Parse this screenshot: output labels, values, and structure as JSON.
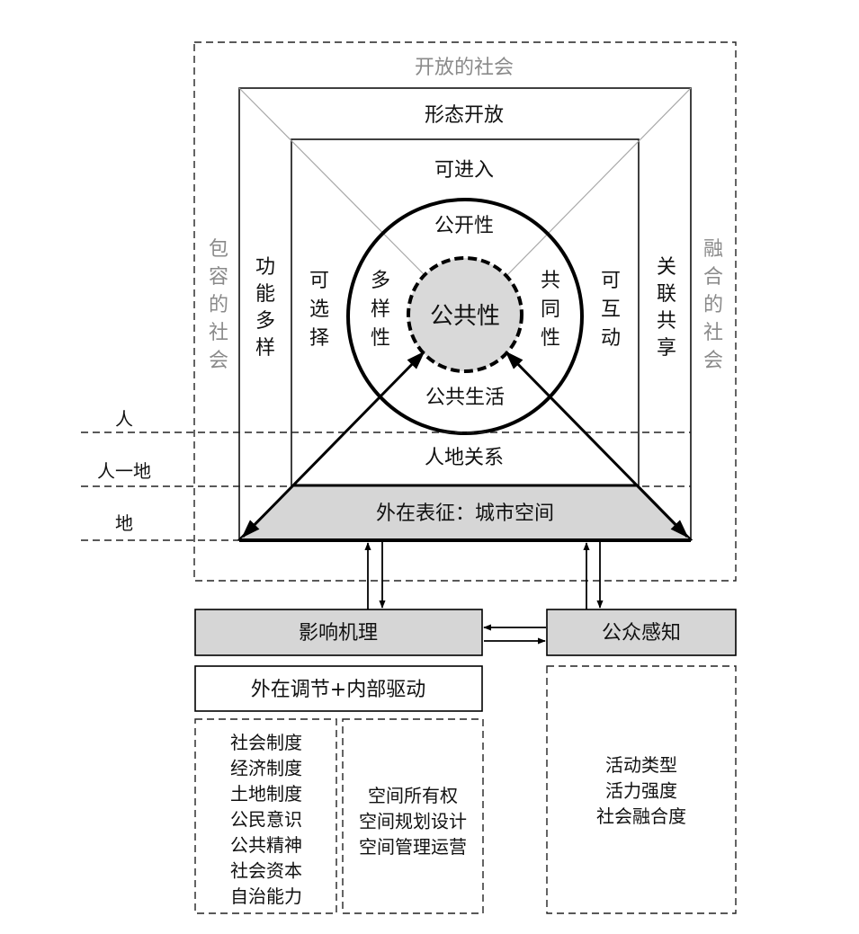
{
  "outer": {
    "title": "开放的社会",
    "left": "包容的社会",
    "right": "融合的社会"
  },
  "frame1": {
    "top": "形态开放",
    "left": "功能多样",
    "right": "关联共享"
  },
  "frame2": {
    "top": "可进入",
    "left": "可选择",
    "right": "可互动"
  },
  "circle": {
    "top": "公开性",
    "left": "多样性",
    "right": "共同性",
    "bottom": "公共生活",
    "center": "公共性"
  },
  "levels": {
    "ren": "人",
    "rendi": "人一地",
    "di": "地"
  },
  "rel": "人地关系",
  "base": "外在表征：城市空间",
  "mech": {
    "title": "影响机理",
    "sub": "外在调节+内部驱动",
    "listA": [
      "社会制度",
      "经济制度",
      "土地制度",
      "公民意识",
      "公共精神",
      "社会资本",
      "自治能力"
    ],
    "listB": [
      "空间所有权",
      "空间规划设计",
      "空间管理运营"
    ]
  },
  "perc": {
    "title": "公众感知",
    "list": [
      "活动类型",
      "活力强度",
      "社会融合度"
    ]
  }
}
